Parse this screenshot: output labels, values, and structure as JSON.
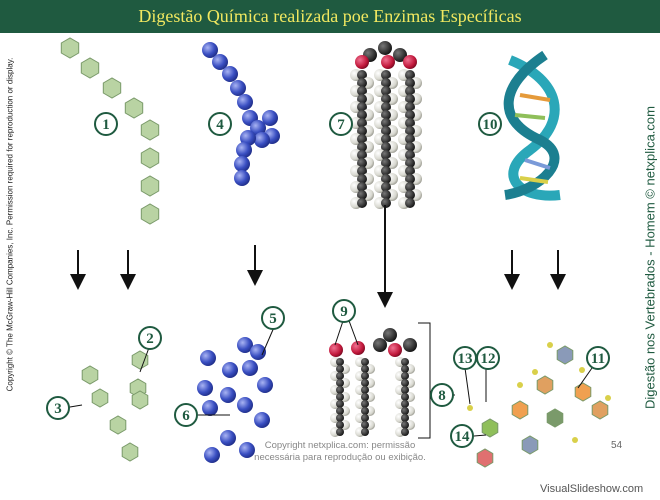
{
  "title": "Digestão Química realizada poe Enzimas Específicas",
  "side_left": "Copyright © The McGraw-Hill Companies, Inc. Permission required for reproduction or display.",
  "side_right": "Digestão nos Vertebrados - Homem © netxplica.com",
  "footer_copy_line1": "Copyright netxplica.com: permissão",
  "footer_copy_line2": "necessária para reprodução ou exibição.",
  "page_number": "54",
  "watermark": "VisualSlideshow.com",
  "labels": [
    "1",
    "2",
    "3",
    "4",
    "5",
    "6",
    "7",
    "8",
    "9",
    "10",
    "11",
    "12",
    "13",
    "14"
  ],
  "colors": {
    "title_bg": "#1f5a40",
    "title_text": "#f1e860",
    "hexagon": "#b9d3a3",
    "sphere_blue": "#3a4fc2",
    "fat_red": "#c0173a"
  }
}
